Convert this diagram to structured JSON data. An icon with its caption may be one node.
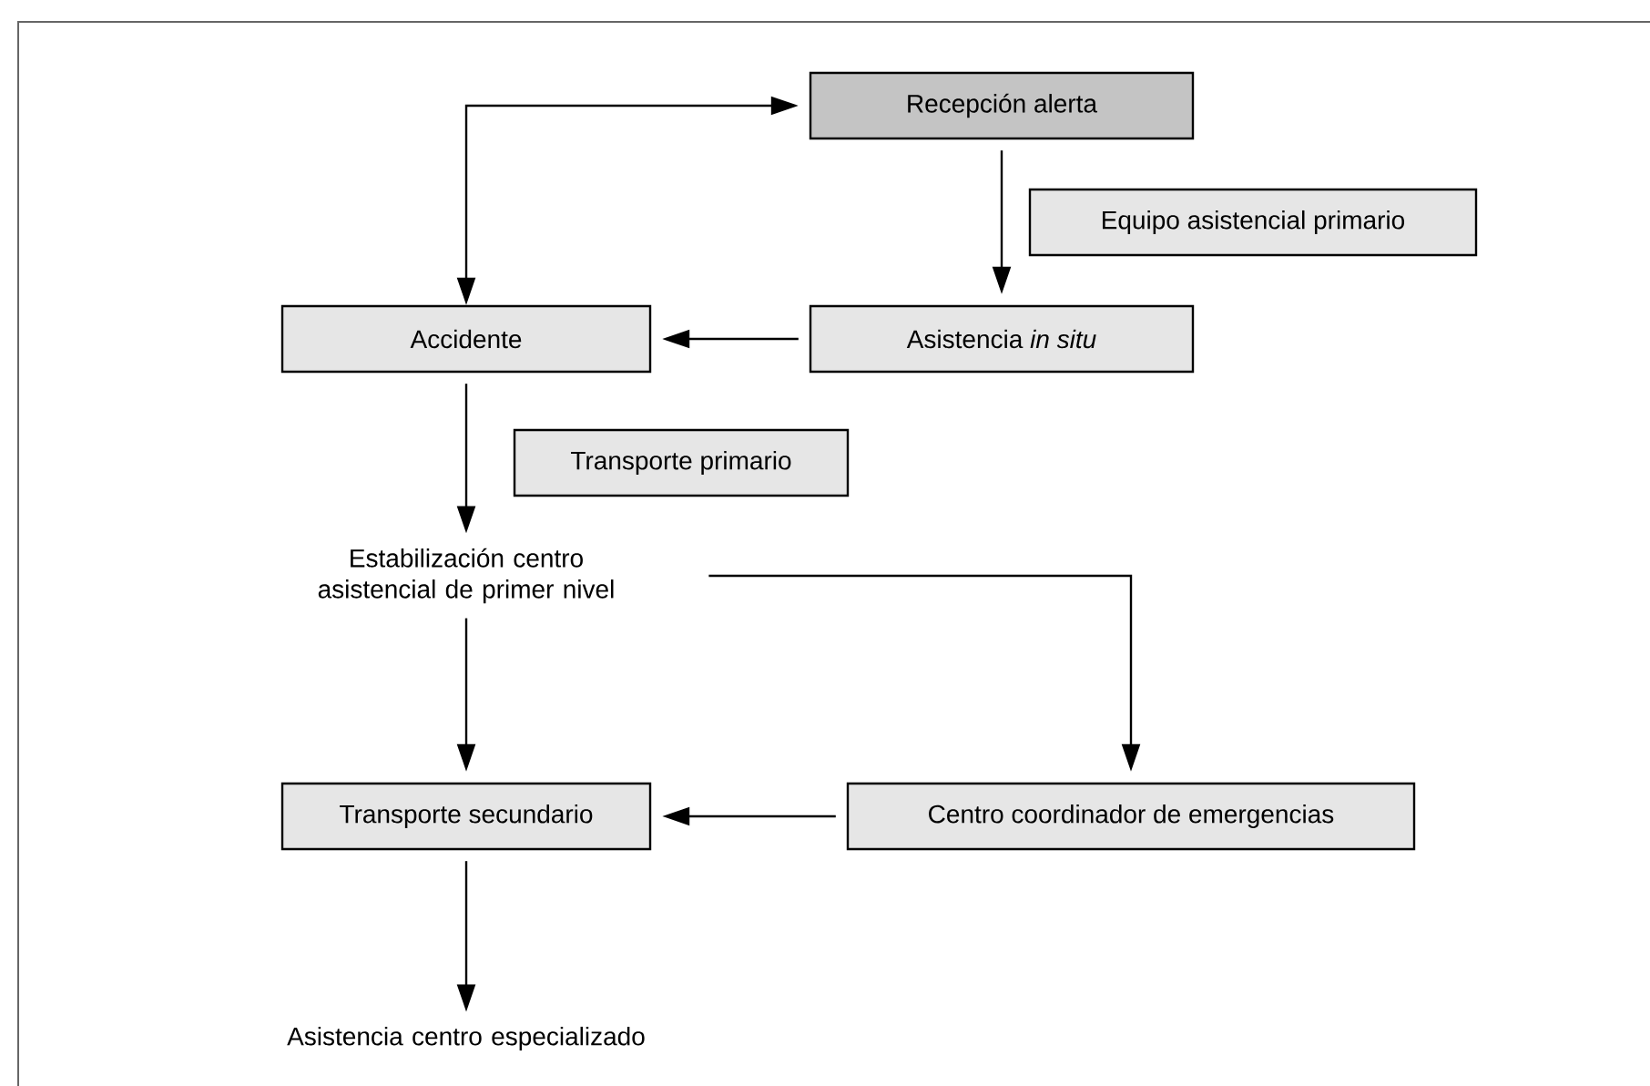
{
  "diagram": {
    "nodes": [
      {
        "text": [
          "Recepción alerta"
        ]
      },
      {
        "text": [
          "Equipo asistencial primario"
        ]
      },
      {
        "text": [
          "Accidente"
        ]
      },
      {
        "text": [
          "Asistencia *in situ*"
        ]
      },
      {
        "text": [
          "Transporte primario"
        ]
      },
      {
        "text": [
          "Estabilización centro asistencial de primer nivel"
        ]
      },
      {
        "text": [
          "Transporte secundario"
        ]
      },
      {
        "text": [
          "Centro coordinador de emergencias"
        ]
      },
      {
        "text": [
          "Asistencia centro especializado"
        ]
      }
    ],
    "edges": [
      {
        "from": 2,
        "to": 0,
        "arrow": "both"
      },
      {
        "from": 0,
        "to": 3,
        "arrow": "to"
      },
      {
        "from": 3,
        "to": 2,
        "arrow": "to"
      },
      {
        "from": 2,
        "to": 5,
        "arrow": "to"
      },
      {
        "from": 5,
        "to": 6,
        "arrow": "to"
      },
      {
        "from": 5,
        "to": 7,
        "arrow": "to"
      },
      {
        "from": 7,
        "to": 6,
        "arrow": "to"
      },
      {
        "from": 6,
        "to": 8,
        "arrow": "to"
      }
    ]
  }
}
